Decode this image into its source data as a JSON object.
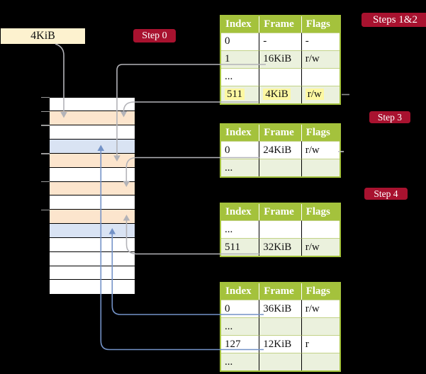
{
  "frame_box": {
    "label": "4KiB"
  },
  "badges": {
    "step0": "Step 0",
    "steps12": "Steps 1&2",
    "step3": "Step 3",
    "step4": "Step 4"
  },
  "memory": {
    "row_colors": [
      "white",
      "peach",
      "white",
      "blue",
      "peach",
      "white",
      "peach",
      "white",
      "peach",
      "blue",
      "white",
      "white",
      "white",
      "white"
    ],
    "tick_rows": [
      0,
      1,
      2,
      4,
      6,
      8
    ]
  },
  "tables": {
    "t1": {
      "headers": [
        "Index",
        "Frame",
        "Flags"
      ],
      "rows": [
        [
          "0",
          "-",
          "-"
        ],
        [
          "1",
          "16KiB",
          "r/w"
        ],
        [
          "...",
          "",
          ""
        ],
        [
          "511",
          "4KiB",
          "r/w"
        ]
      ]
    },
    "t2": {
      "headers": [
        "Index",
        "Frame",
        "Flags"
      ],
      "rows": [
        [
          "0",
          "24KiB",
          "r/w"
        ],
        [
          "...",
          "",
          ""
        ]
      ]
    },
    "t3": {
      "headers": [
        "Index",
        "Frame",
        "Flags"
      ],
      "rows": [
        [
          "...",
          "",
          ""
        ],
        [
          "511",
          "32KiB",
          "r/w"
        ]
      ]
    },
    "t4": {
      "headers": [
        "Index",
        "Frame",
        "Flags"
      ],
      "rows": [
        [
          "0",
          "36KiB",
          "r/w"
        ],
        [
          "...",
          "",
          ""
        ],
        [
          "127",
          "12KiB",
          "r"
        ],
        [
          "...",
          "",
          ""
        ]
      ]
    }
  },
  "colors": {
    "bg": "#000000",
    "green": "#a4c23c",
    "row-alt": "#ebf1dd",
    "row-sep": "#c2d287",
    "peach": "#fce5cd",
    "blue-row": "#d9e3f3",
    "cream": "#fdf2cf",
    "badge": "#a8122f",
    "badge-text": "#ffffff",
    "arrow-gray": "#b3b3b8",
    "arrow-blue": "#7392c7",
    "highlight": "#fdf8a2",
    "tick": "#9a9a9a",
    "ink": "#111111"
  }
}
